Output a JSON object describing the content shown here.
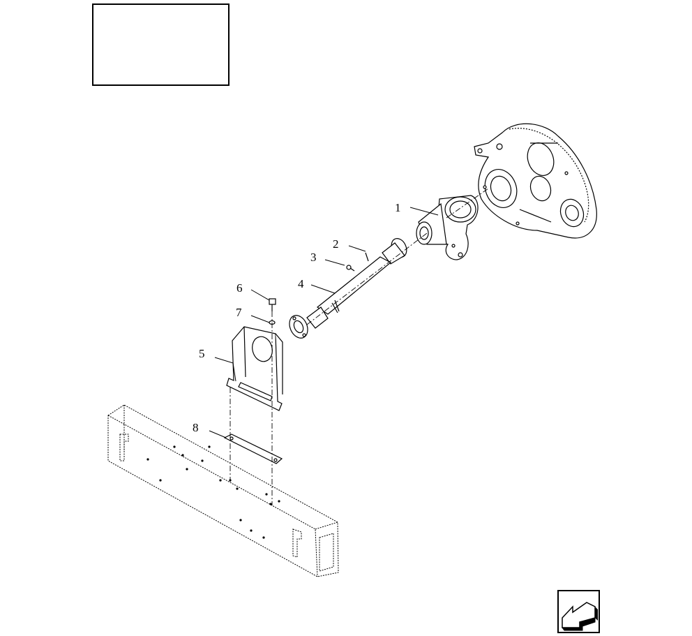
{
  "callouts": [
    {
      "id": "1",
      "label": "1"
    },
    {
      "id": "2",
      "label": "2"
    },
    {
      "id": "3",
      "label": "3"
    },
    {
      "id": "4",
      "label": "4"
    },
    {
      "id": "5",
      "label": "5"
    },
    {
      "id": "6",
      "label": "6"
    },
    {
      "id": "7",
      "label": "7"
    },
    {
      "id": "8",
      "label": "8"
    }
  ],
  "icons": {
    "nav": "back-arrow-icon"
  }
}
